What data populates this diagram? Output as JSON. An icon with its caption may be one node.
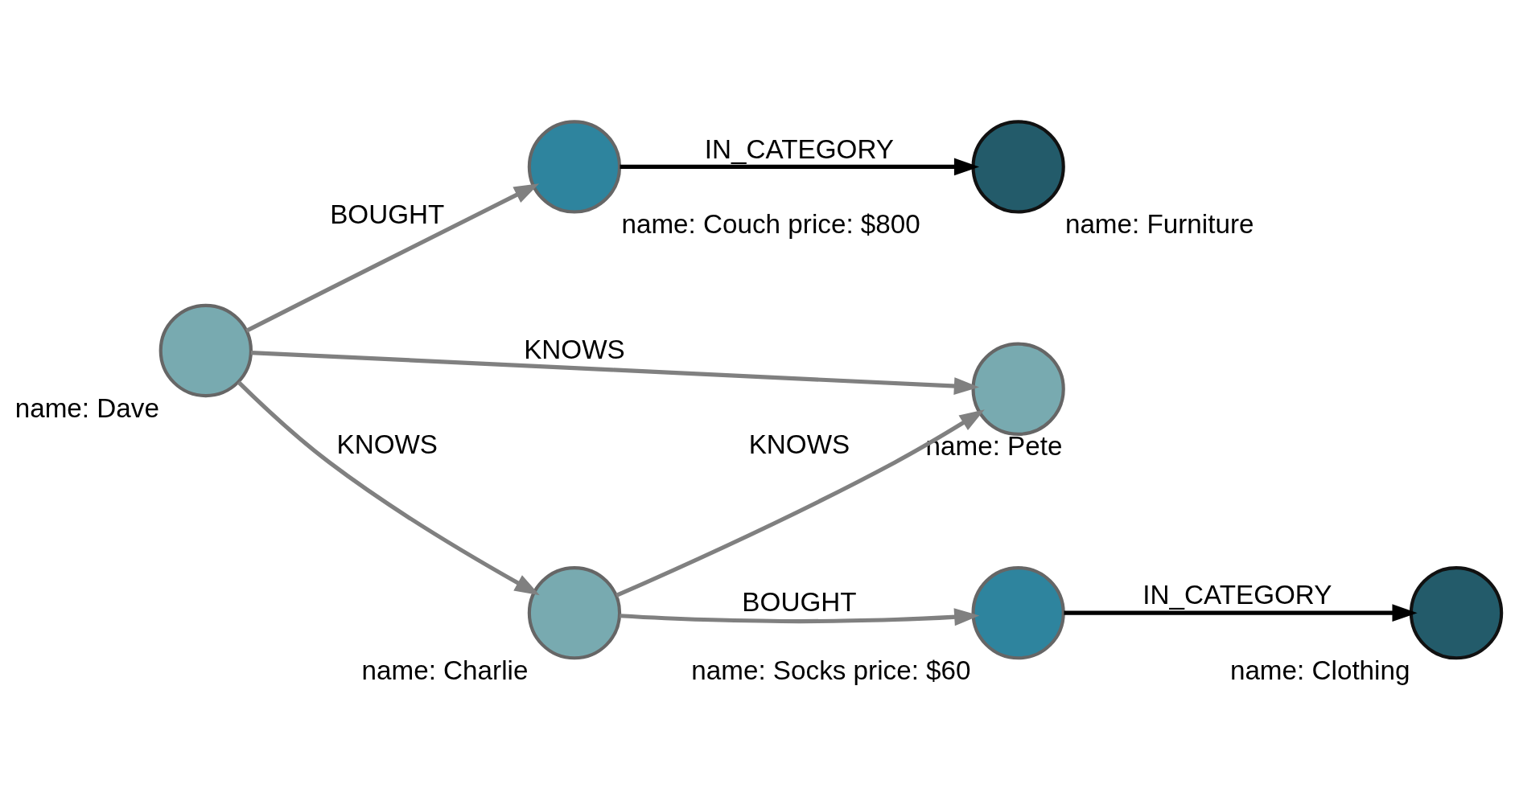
{
  "diagram": {
    "nodes": [
      {
        "text": [],
        "shape": "circle",
        "beside": [
          "name: Dave"
        ]
      },
      {
        "text": [],
        "shape": "circle",
        "beside": [
          "name: Couch price: $800"
        ]
      },
      {
        "text": [],
        "shape": "circle",
        "beside": [
          "name: Furniture"
        ]
      },
      {
        "text": [],
        "shape": "circle",
        "beside": [
          "name: Pete"
        ]
      },
      {
        "text": [],
        "shape": "circle",
        "beside": [
          "name: Charlie"
        ]
      },
      {
        "text": [],
        "shape": "circle",
        "beside": [
          "name: Socks price: $60"
        ]
      },
      {
        "text": [],
        "shape": "circle",
        "beside": [
          "name: Clothing"
        ]
      }
    ],
    "edges": [
      {
        "from": 0,
        "to": 1,
        "arrow": "to",
        "label": "BOUGHT"
      },
      {
        "from": 1,
        "to": 2,
        "arrow": "to",
        "label": "IN_CATEGORY",
        "color": "#000000"
      },
      {
        "from": 0,
        "to": 3,
        "arrow": "to",
        "label": "KNOWS"
      },
      {
        "from": 0,
        "to": 4,
        "arrow": "to",
        "label": "KNOWS"
      },
      {
        "from": 4,
        "to": 3,
        "arrow": "to",
        "label": "KNOWS"
      },
      {
        "from": 4,
        "to": 5,
        "arrow": "to",
        "label": "BOUGHT"
      },
      {
        "from": 5,
        "to": 6,
        "arrow": "to",
        "label": "IN_CATEGORY",
        "color": "#000000"
      }
    ]
  }
}
